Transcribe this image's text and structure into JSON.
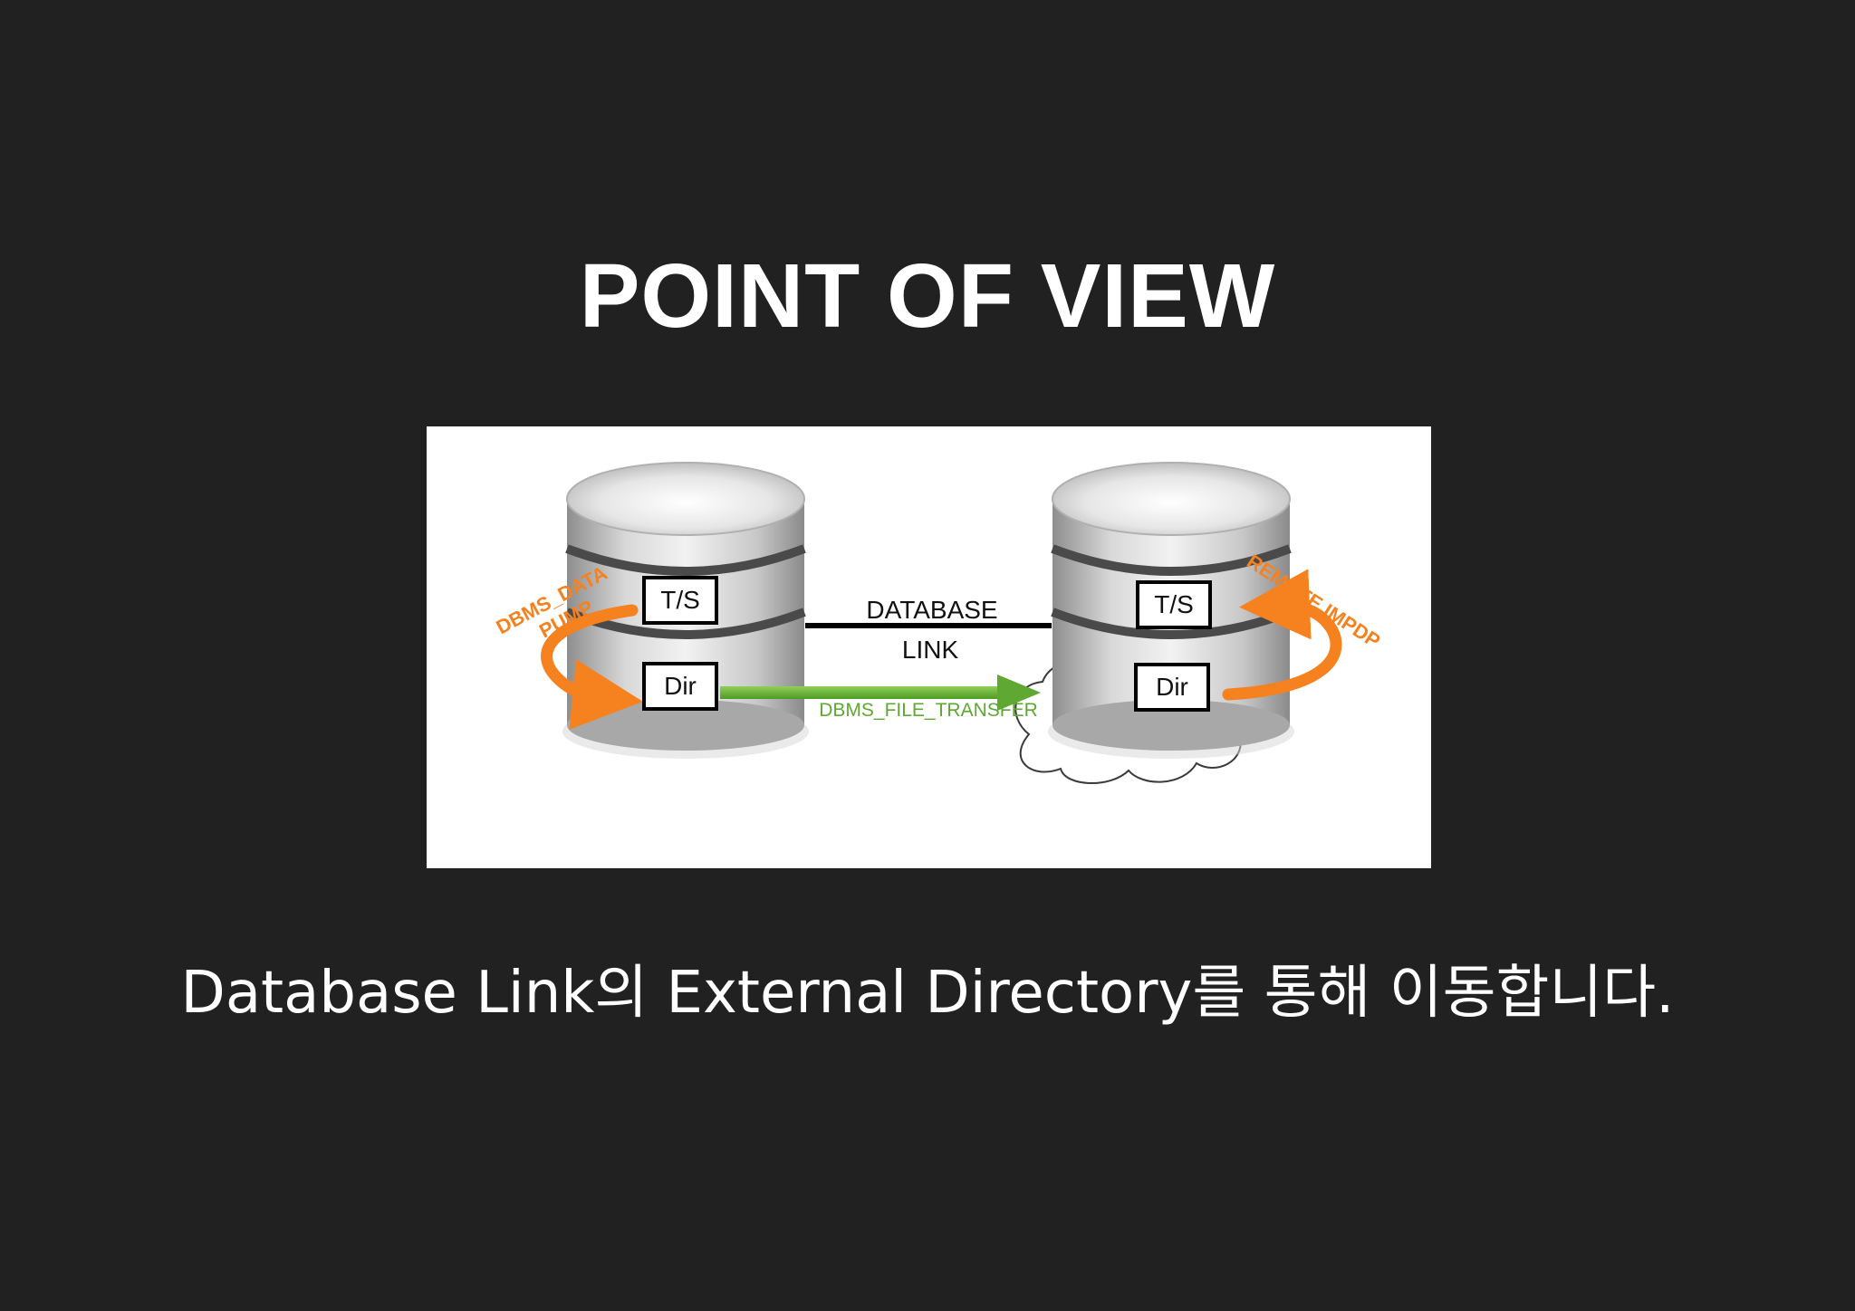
{
  "slide": {
    "title": "POINT OF VIEW",
    "caption": "Database Link의 External Directory를 통해 이동합니다."
  },
  "diagram": {
    "left_db": {
      "ts_label": "T/S",
      "dir_label": "Dir",
      "arrow_label_1": "DBMS_DATA",
      "arrow_label_2": "PUMP"
    },
    "right_db": {
      "ts_label": "T/S",
      "dir_label": "Dir",
      "arrow_label": "REMOTE IMPDP"
    },
    "link_label_1": "DATABASE",
    "link_label_2": "LINK",
    "transfer_label": "DBMS_FILE_TRANSFER",
    "colors": {
      "orange": "#f5821f",
      "green": "#5fa832",
      "background": "#212122"
    }
  }
}
